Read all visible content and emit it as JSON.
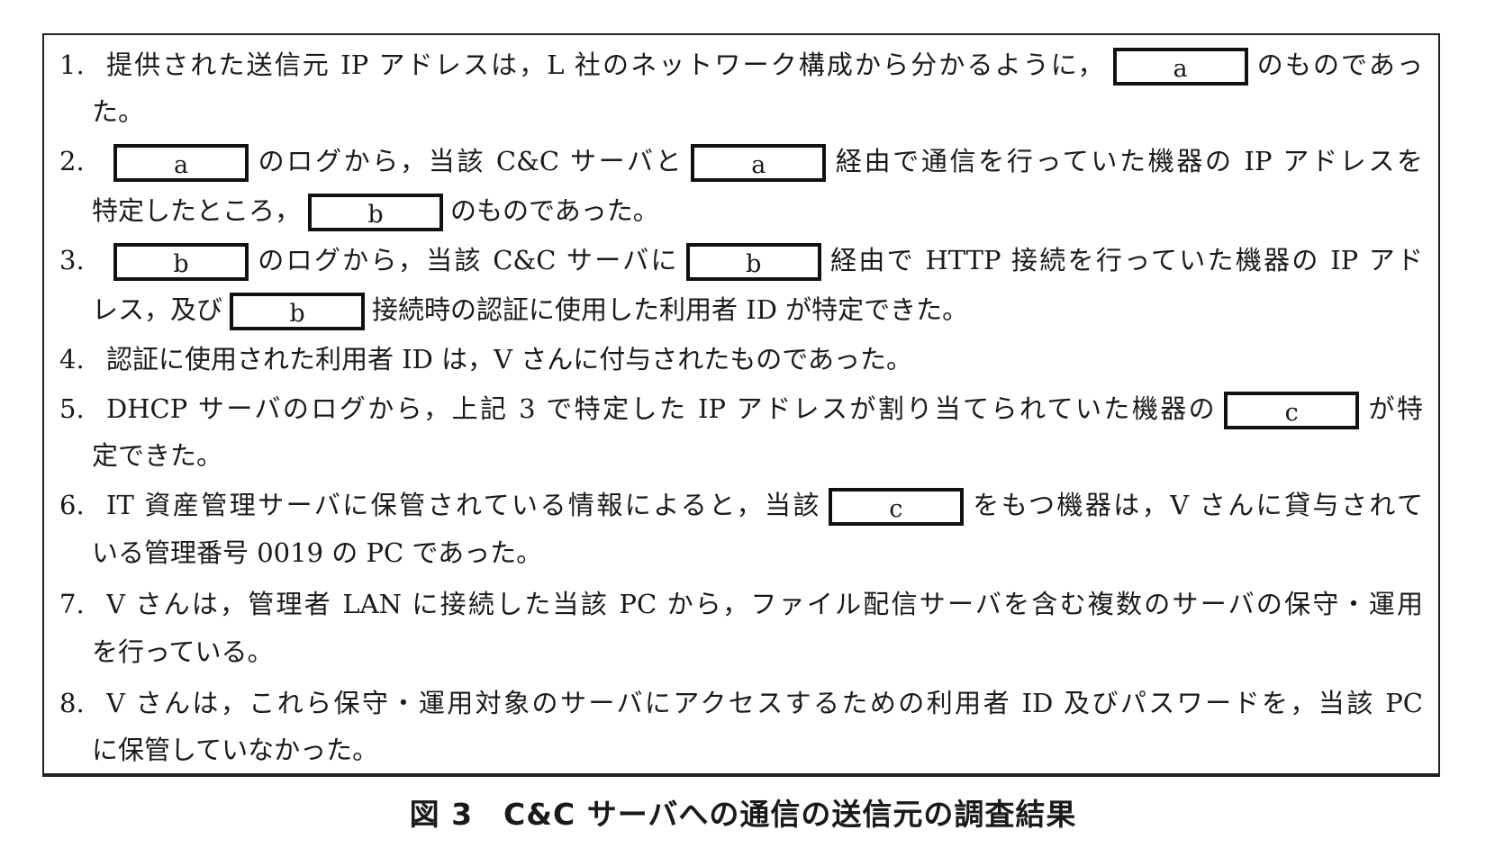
{
  "items": [
    {
      "number": "1.",
      "lines": [
        [
          {
            "t": "提供された送信元 IP アドレスは，L 社のネットワーク構成から分かるように，"
          },
          {
            "blank": "a"
          },
          {
            "t": "のものであっ"
          }
        ],
        [
          {
            "t": "た。"
          }
        ]
      ]
    },
    {
      "number": "2.",
      "lines": [
        [
          {
            "blank": "a"
          },
          {
            "t": "のログから，当該 C&C サーバと"
          },
          {
            "blank": "a"
          },
          {
            "t": "経由で通信を行っていた機器の IP アドレスを"
          }
        ],
        [
          {
            "t": "特定したところ，"
          },
          {
            "blank": "b"
          },
          {
            "t": "のものであった。"
          }
        ]
      ]
    },
    {
      "number": "3.",
      "lines": [
        [
          {
            "blank": "b"
          },
          {
            "t": "のログから，当該 C&C サーバに"
          },
          {
            "blank": "b"
          },
          {
            "t": "経由で HTTP 接続を行っていた機器の IP アド"
          }
        ],
        [
          {
            "t": "レス，及び"
          },
          {
            "blank": "b"
          },
          {
            "t": "接続時の認証に使用した利用者 ID が特定できた。"
          }
        ]
      ]
    },
    {
      "number": "4.",
      "lines": [
        [
          {
            "t": "認証に使用された利用者 ID は，V さんに付与されたものであった。"
          }
        ]
      ]
    },
    {
      "number": "5.",
      "lines": [
        [
          {
            "t": "DHCP サーバのログから，上記 3 で特定した IP アドレスが割り当てられていた機器の"
          },
          {
            "blank": "c"
          },
          {
            "t": "が特"
          }
        ],
        [
          {
            "t": "定できた。"
          }
        ]
      ]
    },
    {
      "number": "6.",
      "lines": [
        [
          {
            "t": "IT 資産管理サーバに保管されている情報によると，当該"
          },
          {
            "blank": "c"
          },
          {
            "t": "をもつ機器は，V さんに貸与されて"
          }
        ],
        [
          {
            "t": "いる管理番号 0019 の PC であった。"
          }
        ]
      ]
    },
    {
      "number": "7.",
      "lines": [
        [
          {
            "t": "V さんは，管理者 LAN に接続した当該 PC から，ファイル配信サーバを含む複数のサーバの保守・運用"
          }
        ],
        [
          {
            "t": "を行っている。"
          }
        ]
      ]
    },
    {
      "number": "8.",
      "lines": [
        [
          {
            "t": "V さんは，これら保守・運用対象のサーバにアクセスするための利用者 ID 及びパスワードを，当該 PC"
          }
        ],
        [
          {
            "t": "に保管していなかった。"
          }
        ]
      ]
    }
  ],
  "caption": "図 3　C&C サーバへの通信の送信元の調査結果"
}
